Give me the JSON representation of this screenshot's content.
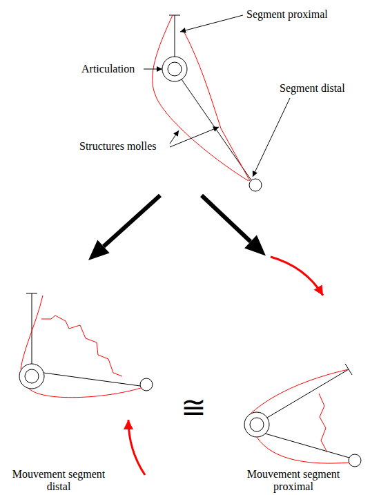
{
  "diagram": {
    "labels": [
      "Segment proximal",
      "Articulation",
      "Segment distal",
      "Structures molles",
      "≅",
      "Mouvement segment distal",
      "Mouvement segment proximal"
    ]
  }
}
